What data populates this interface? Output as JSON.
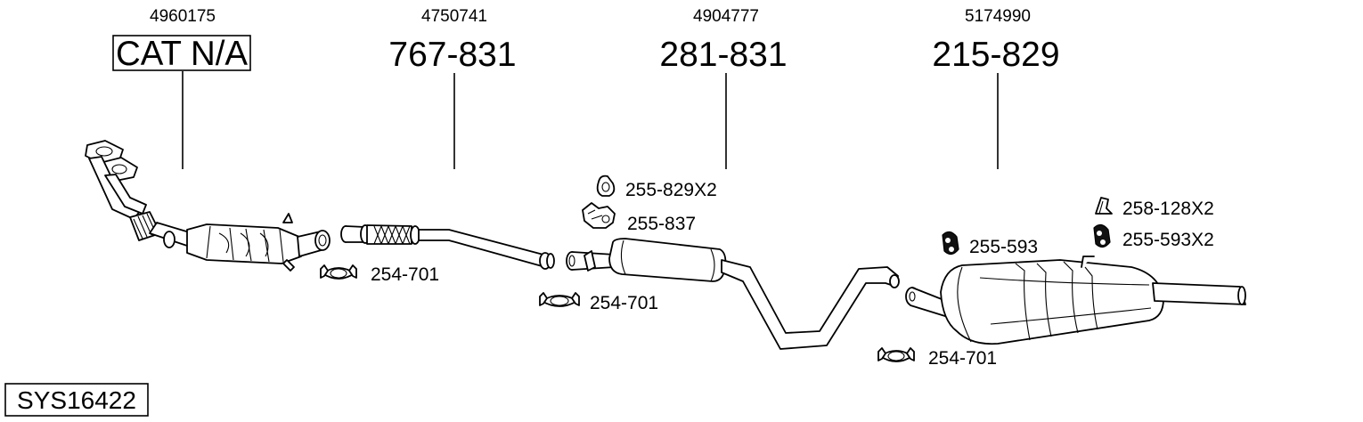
{
  "diagram": {
    "system_code": "SYS16422",
    "sections": [
      {
        "oem": "4960175",
        "part": "CAT N/A"
      },
      {
        "oem": "4750741",
        "part": "767-831"
      },
      {
        "oem": "4904777",
        "part": "281-831"
      },
      {
        "oem": "5174990",
        "part": "215-829"
      }
    ],
    "accessories": [
      {
        "label": "254-701",
        "icon": "clamp-icon"
      },
      {
        "label": "254-701",
        "icon": "clamp-icon"
      },
      {
        "label": "254-701",
        "icon": "clamp-icon"
      },
      {
        "label": "255-829X2",
        "icon": "rubber-hanger-icon"
      },
      {
        "label": "255-837",
        "icon": "mounting-bracket-icon"
      },
      {
        "label": "255-593",
        "icon": "rubber-ring-hanger-icon"
      },
      {
        "label": "258-128X2",
        "icon": "metal-bracket-icon"
      },
      {
        "label": "255-593X2",
        "icon": "rubber-ring-hanger-icon"
      }
    ]
  }
}
